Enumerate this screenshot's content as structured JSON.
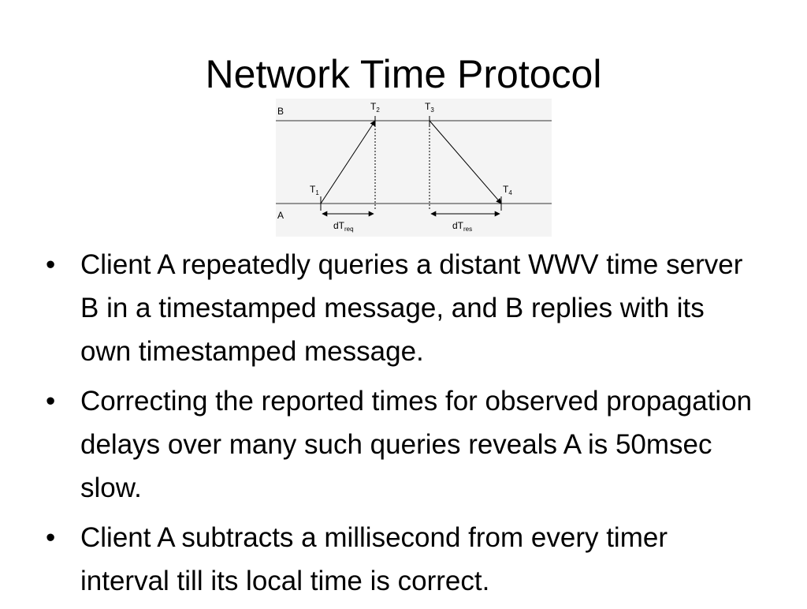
{
  "slide": {
    "title": "Network Time Protocol"
  },
  "diagram": {
    "line_b_label": "B",
    "line_a_label": "A",
    "t1": "T",
    "t1_sub": "1",
    "t2": "T",
    "t2_sub": "2",
    "t3": "T",
    "t3_sub": "3",
    "t4": "T",
    "t4_sub": "4",
    "dt_req": "dT",
    "dt_req_sub": "req",
    "dt_res": "dT",
    "dt_res_sub": "res"
  },
  "bullets": {
    "marker": "•",
    "items": [
      "Client A repeatedly queries a distant WWV time server B in a timestamped message, and B replies with its own timestamped message.",
      "Correcting the reported times for observed propagation delays over many such queries reveals A is 50msec slow.",
      "Client A subtracts a millisecond from every timer interval till its local time is correct."
    ]
  }
}
